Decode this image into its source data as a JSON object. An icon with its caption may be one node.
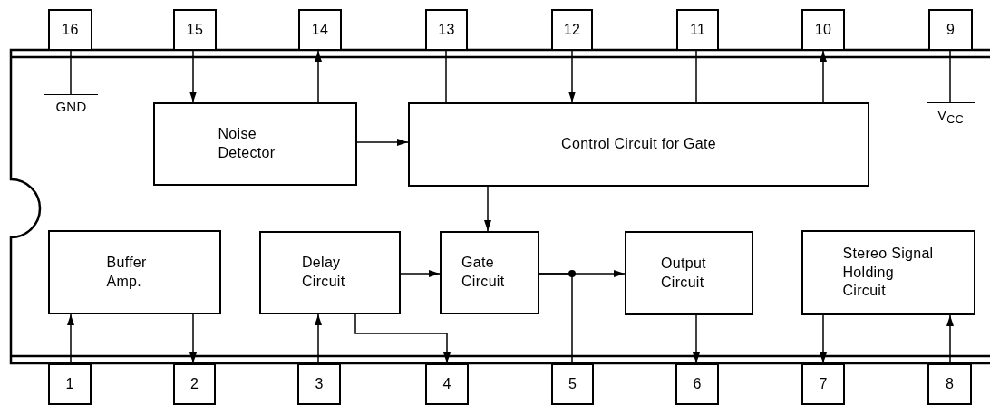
{
  "diagram": {
    "nodes": [
      {
        "text": [
          "16"
        ]
      },
      {
        "text": [
          "15"
        ]
      },
      {
        "text": [
          "14"
        ]
      },
      {
        "text": [
          "13"
        ]
      },
      {
        "text": [
          "12"
        ]
      },
      {
        "text": [
          "11"
        ]
      },
      {
        "text": [
          "10"
        ]
      },
      {
        "text": [
          "9"
        ]
      },
      {
        "text": [
          "GND"
        ]
      },
      {
        "text": [
          "Noise Detector"
        ]
      },
      {
        "text": [
          "Control Circuit for Gate"
        ]
      },
      {
        "text": [
          "V$_{CC}$"
        ]
      },
      {
        "text": [
          "Buffer Amp."
        ]
      },
      {
        "text": [
          "Delay Circuit"
        ]
      },
      {
        "text": [
          "Gate Circuit"
        ]
      },
      {
        "text": [
          "Output Circuit"
        ]
      },
      {
        "text": [
          "Stereo Signal Holding Circuit"
        ]
      },
      {
        "text": [
          "1"
        ]
      },
      {
        "text": [
          "2"
        ]
      },
      {
        "text": [
          "3"
        ]
      },
      {
        "text": [
          "4"
        ]
      },
      {
        "text": [
          "5"
        ]
      },
      {
        "text": [
          "6"
        ]
      },
      {
        "text": [
          "7"
        ]
      },
      {
        "text": [
          "8"
        ]
      }
    ],
    "edges": [
      {
        "from": 0,
        "to": 8,
        "arrow": "none"
      },
      {
        "from": 1,
        "to": 9,
        "arrow": "to"
      },
      {
        "from": 9,
        "to": 2,
        "arrow": "to"
      },
      {
        "from": 3,
        "to": 10,
        "arrow": "none"
      },
      {
        "from": 4,
        "to": 10,
        "arrow": "to"
      },
      {
        "from": 5,
        "to": 10,
        "arrow": "none"
      },
      {
        "from": 10,
        "to": 6,
        "arrow": "to"
      },
      {
        "from": 7,
        "to": 11,
        "arrow": "none"
      },
      {
        "from": 9,
        "to": 10,
        "arrow": "to"
      },
      {
        "from": 10,
        "to": 14,
        "arrow": "to"
      },
      {
        "from": 17,
        "to": 12,
        "arrow": "to"
      },
      {
        "from": 12,
        "to": 18,
        "arrow": "to"
      },
      {
        "from": 19,
        "to": 13,
        "arrow": "to"
      },
      {
        "from": 13,
        "to": 20,
        "arrow": "to"
      },
      {
        "from": 13,
        "to": 14,
        "arrow": "to"
      },
      {
        "from": 14,
        "to": 15,
        "arrow": "to"
      },
      {
        "from": 14,
        "to": 21,
        "arrow": "none"
      },
      {
        "from": 15,
        "to": 22,
        "arrow": "to"
      },
      {
        "from": 16,
        "to": 23,
        "arrow": "to"
      },
      {
        "from": 24,
        "to": 16,
        "arrow": "to"
      }
    ]
  }
}
